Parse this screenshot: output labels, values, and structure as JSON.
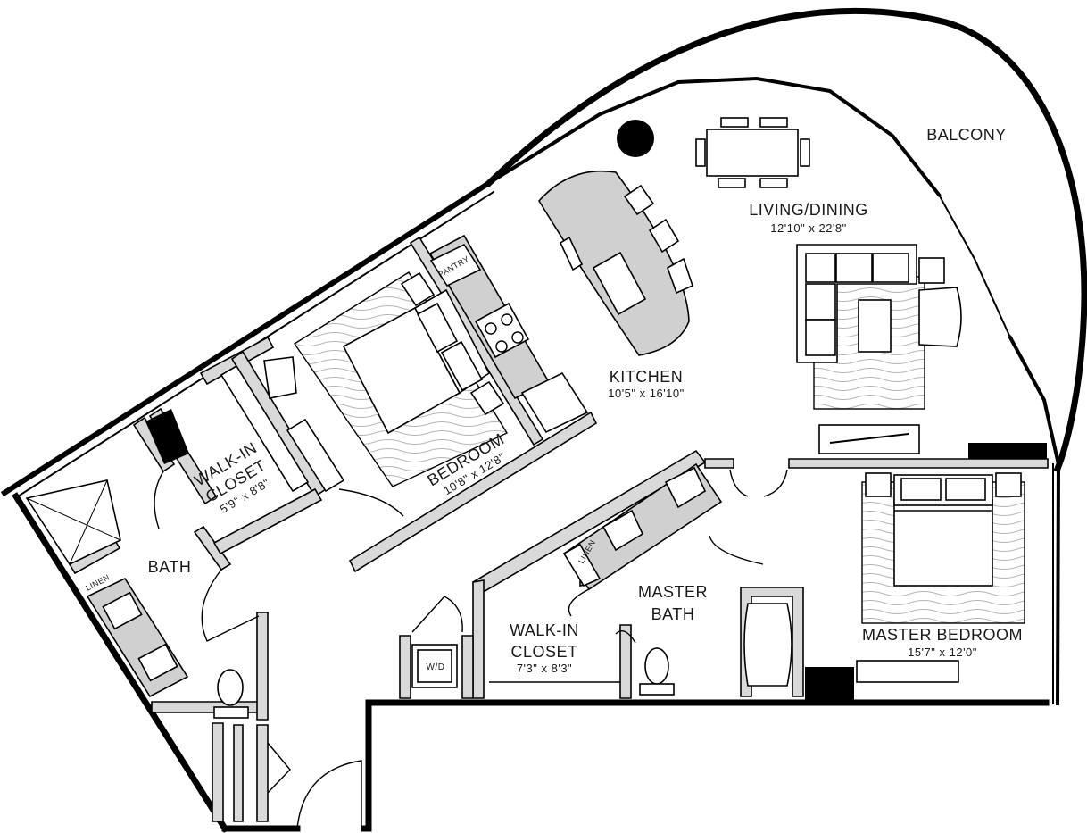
{
  "rooms": {
    "balcony": {
      "name": "BALCONY"
    },
    "living_dining": {
      "name": "LIVING/DINING",
      "dims": "12'10\" x 22'8\""
    },
    "kitchen": {
      "name": "KITCHEN",
      "dims": "10'5\" x 16'10\""
    },
    "bedroom": {
      "name": "BEDROOM",
      "dims": "10'8\" x 12'8\""
    },
    "walk_in_closet_1": {
      "name_line1": "WALK-IN",
      "name_line2": "CLOSET",
      "dims": "5'9\" x 8'8\""
    },
    "bath": {
      "name": "BATH"
    },
    "master_bath": {
      "name_line1": "MASTER",
      "name_line2": "BATH"
    },
    "walk_in_closet_2": {
      "name_line1": "WALK-IN",
      "name_line2": "CLOSET",
      "dims": "7'3\" x 8'3\""
    },
    "master_bedroom": {
      "name": "MASTER BEDROOM",
      "dims": "15'7\" x 12'0\""
    }
  },
  "fixtures": {
    "pantry": "PANTRY",
    "linen_bath": "LINEN",
    "linen_master": "LINEN",
    "washer_dryer": "W/D"
  }
}
